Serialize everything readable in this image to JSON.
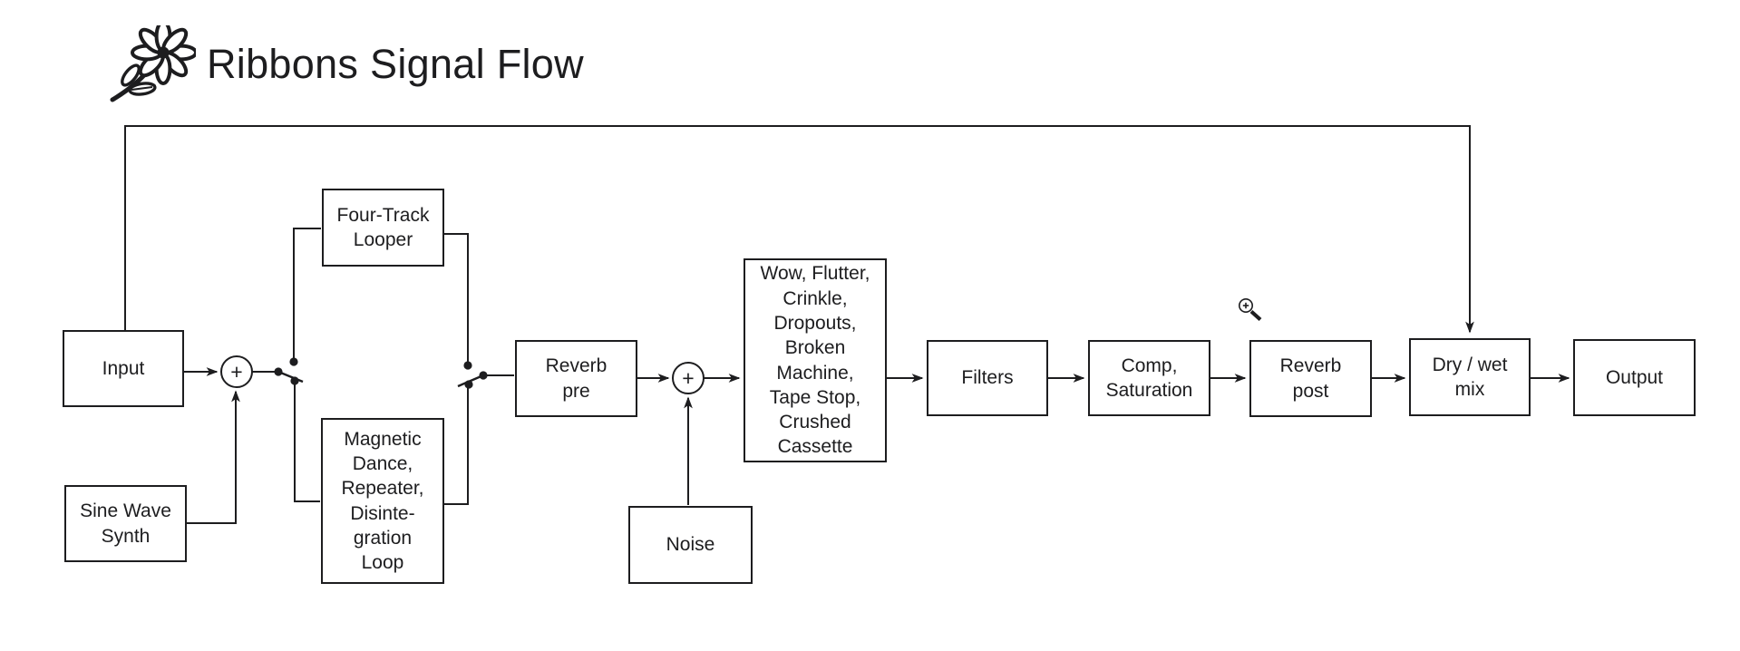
{
  "title": "Ribbons Signal Flow",
  "colors": {
    "ink": "#1d1d1f",
    "background": "#ffffff"
  },
  "icons": {
    "title_icon": "flower",
    "cursor_icon": "zoom-in-magnifier"
  },
  "nodes": {
    "input": "Input",
    "sine_wave_synth": "Sine Wave\nSynth",
    "four_track_looper": "Four-Track\nLooper",
    "magnetic_dance": "Magnetic\nDance,\nRepeater,\nDisinte-\ngration\nLoop",
    "reverb_pre": "Reverb\npre",
    "tape_fx": "Wow, Flutter,\nCrinkle,\nDropouts,\nBroken\nMachine,\nTape Stop,\nCrushed\nCassette",
    "noise": "Noise",
    "filters": "Filters",
    "comp_saturation": "Comp,\nSaturation",
    "reverb_post": "Reverb\npost",
    "dry_wet_mix": "Dry / wet\nmix",
    "output": "Output"
  },
  "sum": {
    "plus": "+"
  }
}
